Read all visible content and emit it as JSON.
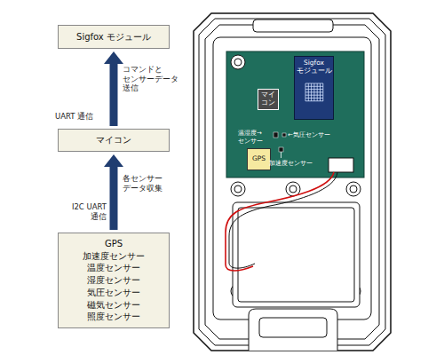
{
  "diagram": {
    "nodes": [
      {
        "text": [
          "Sigfox モジュール"
        ]
      },
      {
        "text": [
          "マイコン"
        ]
      },
      {
        "text": [
          "GPS",
          "加速度センサー",
          "温度センサー",
          "湿度センサー",
          "気圧センサー",
          "磁気センサー",
          "照度センサー"
        ]
      },
      {
        "text": [
          "Sigfox モジュール"
        ]
      },
      {
        "text": [
          "マイ コン"
        ]
      },
      {
        "text": [
          "GPS"
        ]
      }
    ],
    "edges": [
      {
        "from": 1,
        "to": 0,
        "arrow": "to"
      },
      {
        "from": 2,
        "to": 1,
        "arrow": "to"
      }
    ],
    "labels": [
      "コマンドと センサーデータ 送信",
      "UART 通信",
      "各センサー データ収集",
      "I2C UART 通信",
      "温湿度→ センサー",
      "←気圧センサー",
      "加速度センサー"
    ]
  }
}
